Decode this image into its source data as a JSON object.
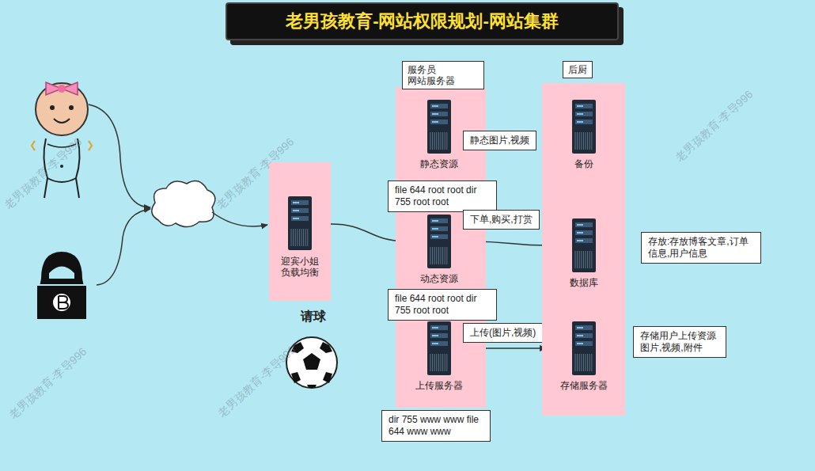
{
  "diagram": {
    "title": "老男孩教育-网站权限规划-网站集群",
    "nodes": [
      {
        "text": [
          "迎宾小姐 负载均衡"
        ]
      },
      {
        "text": [
          "服务员 网站服务器"
        ]
      },
      {
        "text": [
          "静态资源"
        ],
        "in": 1
      },
      {
        "text": [
          "file 644 root root dir 755 root root"
        ]
      },
      {
        "text": [
          "动态资源"
        ],
        "in": 1
      },
      {
        "text": [
          "file 644 root root dir 755 root root"
        ]
      },
      {
        "text": [
          "上传服务器"
        ],
        "in": 1
      },
      {
        "text": [
          "dir 755 www www file 644 www www"
        ]
      },
      {
        "text": [
          "静态图片,视频"
        ]
      },
      {
        "text": [
          "下单,购买,打赏"
        ]
      },
      {
        "text": [
          "上传(图片,视频)"
        ]
      },
      {
        "text": [
          "后厨"
        ]
      },
      {
        "text": [
          "备份"
        ],
        "in": 11
      },
      {
        "text": [
          "数据库"
        ],
        "in": 11
      },
      {
        "text": [
          "存储服务器"
        ],
        "in": 11
      },
      {
        "text": [
          "存放:存放博客文章,订单信息,用户信息"
        ]
      },
      {
        "text": [
          "存储用户上传资源 图片,视频,附件"
        ]
      }
    ],
    "edges": [
      {
        "from": 0,
        "to": 4,
        "arrow": "to"
      },
      {
        "from": 4,
        "to": 13,
        "arrow": "to"
      },
      {
        "from": 6,
        "to": 14,
        "arrow": "to"
      }
    ],
    "labels": [
      "请球",
      "老男孩教育-李导996",
      "老男孩教育-李导996",
      "老男孩教育-李导996",
      "老男孩教育-李导996",
      "老男孩教育-李导996"
    ]
  }
}
